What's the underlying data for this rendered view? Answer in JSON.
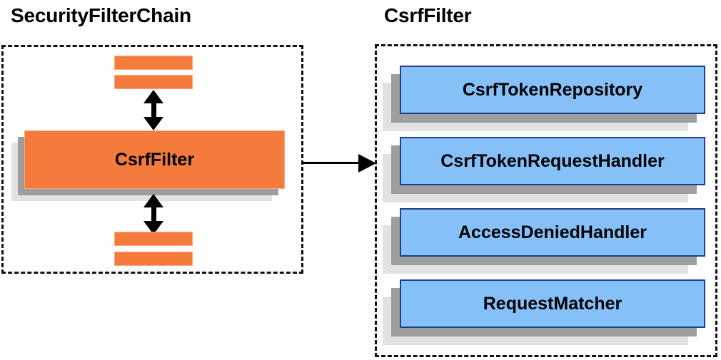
{
  "diagram": {
    "background_color": "#ffffff",
    "panels": [
      {
        "id": "security-filter-chain",
        "title": "SecurityFilterChain",
        "border_style": "dashed",
        "border_color": "#111111"
      },
      {
        "id": "csrf-filter",
        "title": "CsrfFilter",
        "border_style": "dashed",
        "border_color": "#111111"
      }
    ],
    "left_panel": {
      "title": "SecurityFilterChain",
      "top_bars": [
        {
          "label": "",
          "color": "#f47b3c"
        },
        {
          "label": "",
          "color": "#f47b3c"
        }
      ],
      "highlight_box": {
        "label": "CsrfFilter",
        "fill_color": "#f47b3c",
        "border_color": "#f9a77e",
        "shadow_near_color": "#9e9e9e",
        "shadow_far_color": "#e2e2e2"
      },
      "bottom_bars": [
        {
          "label": "",
          "color": "#f47b3c"
        },
        {
          "label": "",
          "color": "#f47b3c"
        }
      ],
      "arrows": [
        {
          "name": "top-double-arrow",
          "direction": "double-vertical"
        },
        {
          "name": "bottom-double-arrow",
          "direction": "double-vertical"
        }
      ]
    },
    "right_panel": {
      "title": "CsrfFilter",
      "components": [
        {
          "label": "CsrfTokenRepository",
          "fill_color": "#86c0f9",
          "border_color": "#1d3f8f"
        },
        {
          "label": "CsrfTokenRequestHandler",
          "fill_color": "#86c0f9",
          "border_color": "#1d3f8f"
        },
        {
          "label": "AccessDeniedHandler",
          "fill_color": "#86c0f9",
          "border_color": "#1d3f8f"
        },
        {
          "label": "RequestMatcher",
          "fill_color": "#86c0f9",
          "border_color": "#1d3f8f"
        }
      ]
    },
    "connector": {
      "name": "expansion-arrow",
      "direction": "right",
      "from": "CsrfFilter",
      "to": "CsrfFilter detail panel",
      "label": "",
      "color": "#000000"
    }
  }
}
